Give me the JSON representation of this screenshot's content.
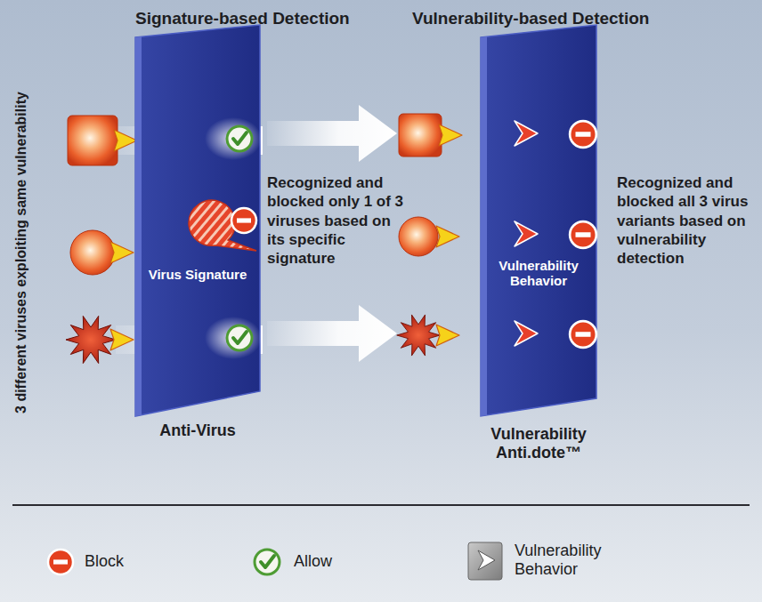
{
  "diagram": {
    "nodes": [
      {
        "text": [
          "Virus Signature",
          "Anti-Virus"
        ]
      },
      {
        "text": [
          "Vulnerability Behavior",
          "Vulnerability Anti.dote™"
        ]
      }
    ],
    "labels": [
      "Signature-based Detection",
      "Vulnerability-based Detection",
      "3 different viruses exploiting same vulnerability",
      "Recognized and blocked only 1 of 3 viruses based on its specific signature",
      "Recognized and blocked all 3 virus variants based on vulnerability detection"
    ],
    "legend": [
      {
        "text": "Block"
      },
      {
        "text": "Allow"
      },
      {
        "text": "Vulnerability Behavior"
      }
    ]
  }
}
